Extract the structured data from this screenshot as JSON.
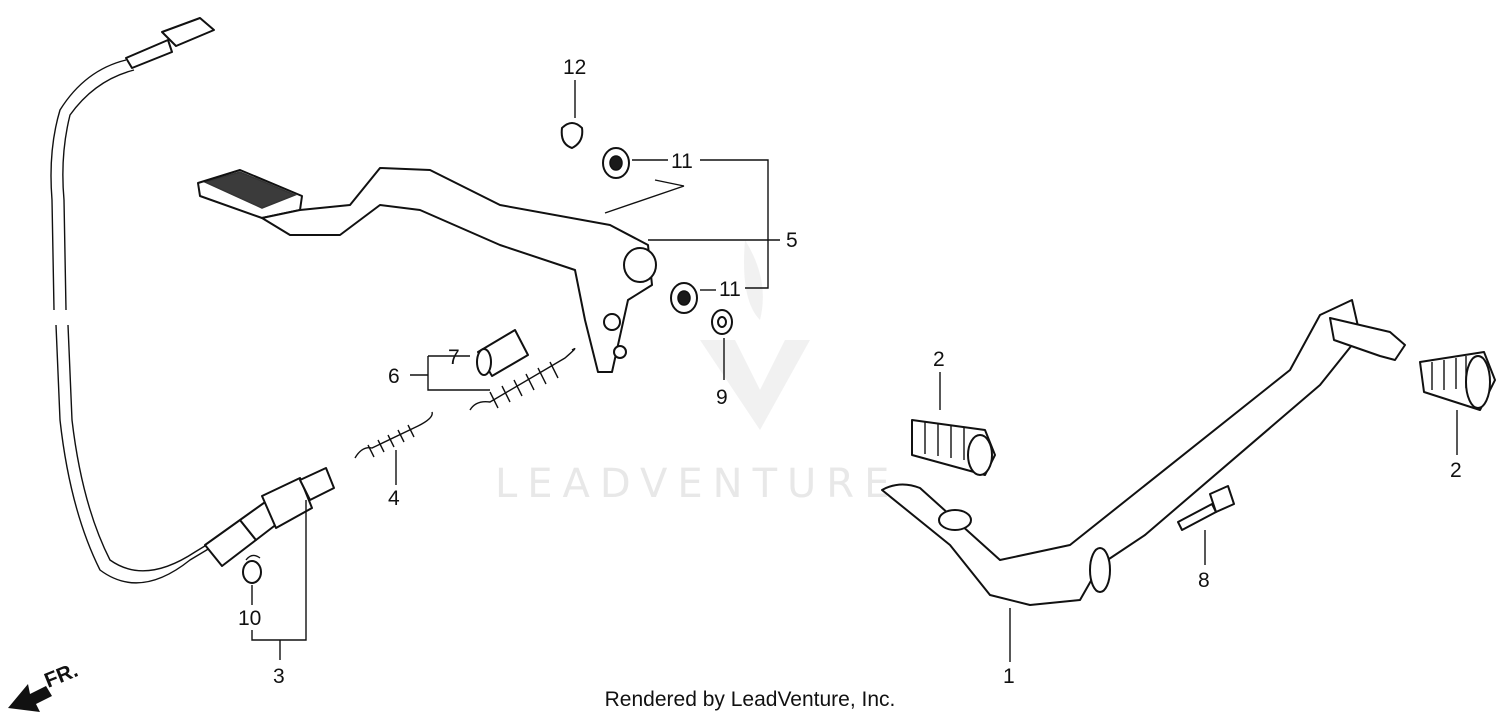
{
  "watermark": {
    "text": "LEADVENTURE",
    "logo": "leadventure-logo-watermark"
  },
  "direction": {
    "label": "FR."
  },
  "footer": {
    "credit": "Rendered by LeadVenture, Inc."
  },
  "callouts": {
    "c1": "1",
    "c2a": "2",
    "c2b": "2",
    "c3": "3",
    "c4": "4",
    "c5": "5",
    "c6": "6",
    "c7": "7",
    "c8": "8",
    "c9": "9",
    "c10": "10",
    "c11a": "11",
    "c11b": "11",
    "c12": "12"
  }
}
